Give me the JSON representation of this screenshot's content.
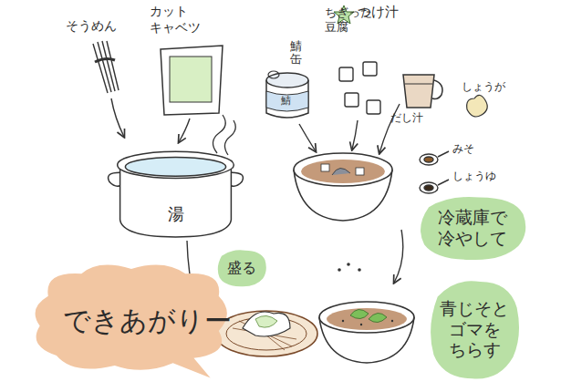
{
  "diagram": {
    "nodes": [
      {
        "text": [
          "湯"
        ]
      },
      {
        "text": [
          "盛る"
        ]
      },
      {
        "text": [
          "できあがりー"
        ]
      },
      {
        "text": [
          "冷蔵庫で 冷やして"
        ]
      },
      {
        "text": [
          "青じそと ゴマを ちらす"
        ]
      }
    ],
    "labels": [
      "そうめん",
      "カット キャベツ",
      "つけ汁",
      "鯖缶",
      "鯖",
      "ちぎった 豆腐",
      "だし汁",
      "しょうが",
      "みそ",
      "しょうゆ"
    ]
  }
}
